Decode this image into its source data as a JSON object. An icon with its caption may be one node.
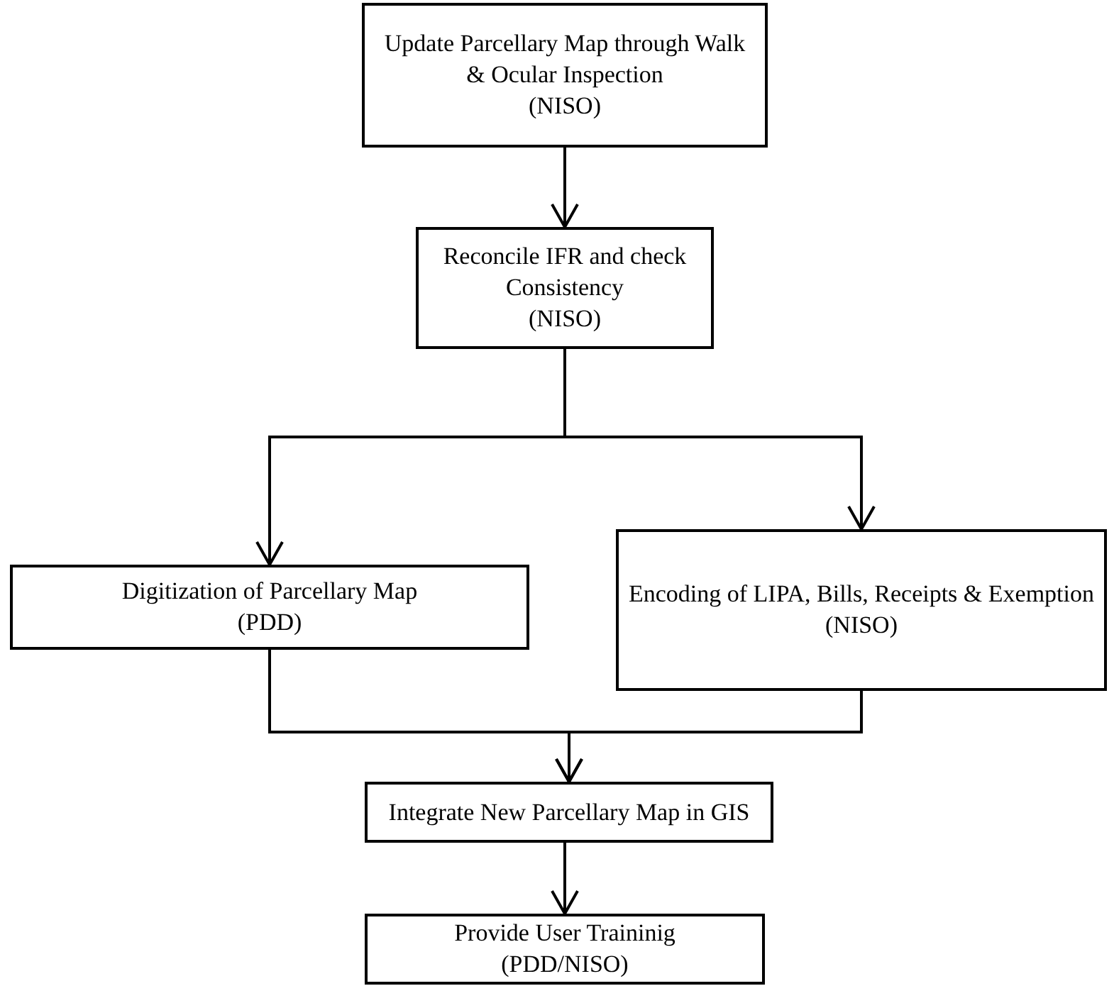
{
  "diagram": {
    "nodes": [
      {
        "text": [
          "Update Parcellary Map through Walk & Ocular Inspection",
          "(NISO)"
        ]
      },
      {
        "text": [
          "Reconcile IFR and check Consistency",
          "(NISO)"
        ]
      },
      {
        "text": [
          "Digitization of Parcellary Map",
          "(PDD)"
        ]
      },
      {
        "text": [
          "Encoding of LIPA, Bills, Receipts & Exemption",
          "(NISO)"
        ]
      },
      {
        "text": [
          "Integrate New Parcellary Map in GIS"
        ]
      },
      {
        "text": [
          "Provide User Traininig",
          "(PDD/NISO)"
        ]
      }
    ],
    "edges": [
      {
        "from": 0,
        "to": 1,
        "arrow": "to"
      },
      {
        "from": 1,
        "to": 2,
        "arrow": "to"
      },
      {
        "from": 1,
        "to": 3,
        "arrow": "to"
      },
      {
        "from": 2,
        "to": 4,
        "arrow": "to"
      },
      {
        "from": 3,
        "to": 4,
        "arrow": "to"
      },
      {
        "from": 4,
        "to": 5,
        "arrow": "to"
      }
    ]
  }
}
